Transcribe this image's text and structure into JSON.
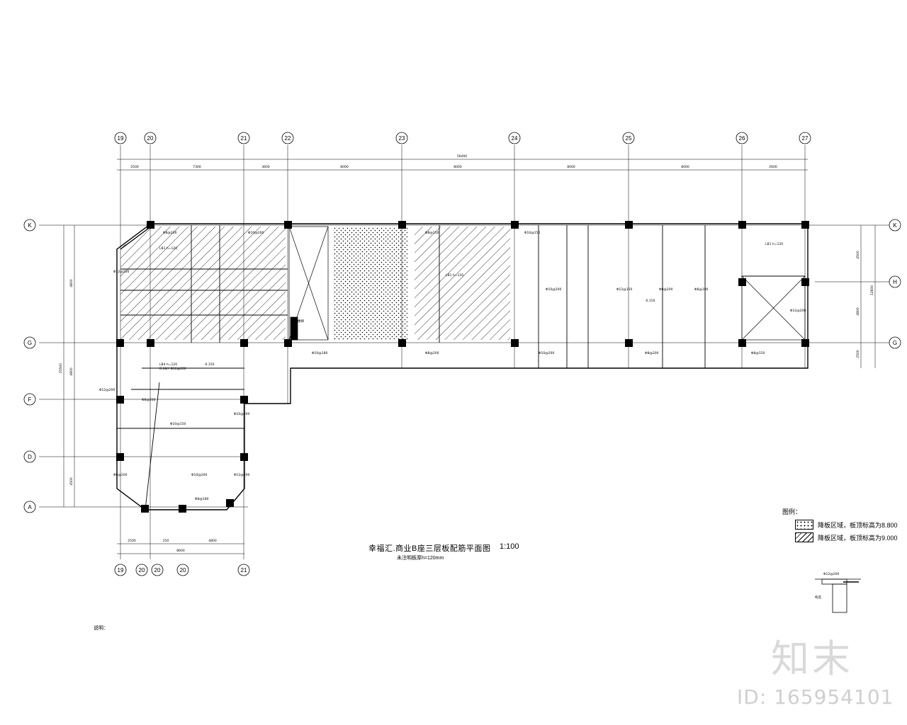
{
  "drawing": {
    "title": "幸福汇.商业B座三层板配筋平面图",
    "scale": "1:100",
    "subtitle": "未注明板厚h=120mm",
    "note": "说明：",
    "grid_top": [
      "19",
      "20",
      "21",
      "22",
      "23",
      "24",
      "25",
      "26",
      "27"
    ],
    "grid_bottom": [
      "19",
      "20",
      "20",
      "20",
      "21"
    ],
    "grid_left": [
      "K",
      "G",
      "F",
      "D",
      "A"
    ],
    "grid_right": [
      "K",
      "H",
      "G"
    ],
    "dims_top": [
      "2500",
      "7300",
      "3600",
      "8000",
      "8000",
      "8000",
      "8000",
      "2600"
    ],
    "total_top": "56400",
    "dims_bottom": [
      "2500",
      "250",
      "4800"
    ],
    "total_bottom": "8600",
    "dims_left": [
      "4800",
      "4800",
      "4500"
    ],
    "total_left": "25500",
    "dims_right": [
      "4500",
      "4800",
      "2500"
    ],
    "total_right": "12600",
    "rebar_labels": [
      "Φ8@200",
      "Φ10@200",
      "Φ12@200",
      "Φ8@150",
      "Φ10@150",
      "Φ12@150",
      "Φ8@180",
      "Φ10@180"
    ],
    "slab_labels": [
      "LB1 h=120",
      "LB4 h=120",
      "B:X&Y Φ10@200"
    ],
    "level_label": "-0.150",
    "stair_label": "楼梯"
  },
  "legend": {
    "title": "图例：",
    "items": [
      {
        "pattern": "dots",
        "label": "降板区域，板顶标高为8.800"
      },
      {
        "pattern": "hatch",
        "label": "降板区域，板顶标高为9.000"
      }
    ]
  },
  "detail": {
    "top_label": "Φ12@200",
    "side_label": "构造"
  },
  "watermark": {
    "brand": "知末",
    "id": "ID: 165954101"
  }
}
